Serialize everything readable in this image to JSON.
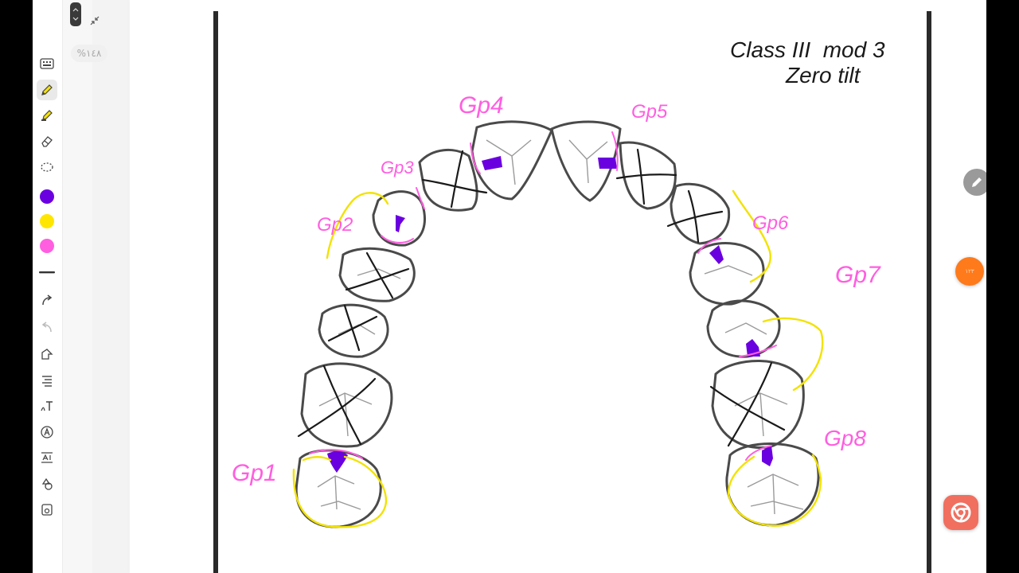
{
  "viewer": {
    "zoom_label": "%١٤٨",
    "orange_fab_label": "١٢٣"
  },
  "toolbar": {
    "tools": [
      "keyboard-icon",
      "pen-icon",
      "highlighter-icon",
      "eraser-icon",
      "lasso-icon"
    ],
    "colors": [
      "#6a00e0",
      "#ffe600",
      "#ff5ee0"
    ],
    "bottom_tools": [
      "line-width-icon",
      "redo-icon",
      "undo-icon",
      "shape-icon",
      "text-align-icon",
      "text-icon",
      "font-icon",
      "text-size-icon",
      "shapes-icon",
      "insert-image-icon"
    ]
  },
  "annotations": {
    "heading_line1": "Class III  mod 3",
    "heading_line2": "Zero tilt",
    "labels": [
      "Gp4",
      "Gp5",
      "Gp3",
      "Gp2",
      "Gp6",
      "Gp7",
      "Gp8",
      "Gp1"
    ]
  },
  "ink_colors": {
    "pen_black": "#1a1a1a",
    "purple": "#6a00e0",
    "yellow": "#f2e200",
    "pink": "#ff5ee0"
  }
}
